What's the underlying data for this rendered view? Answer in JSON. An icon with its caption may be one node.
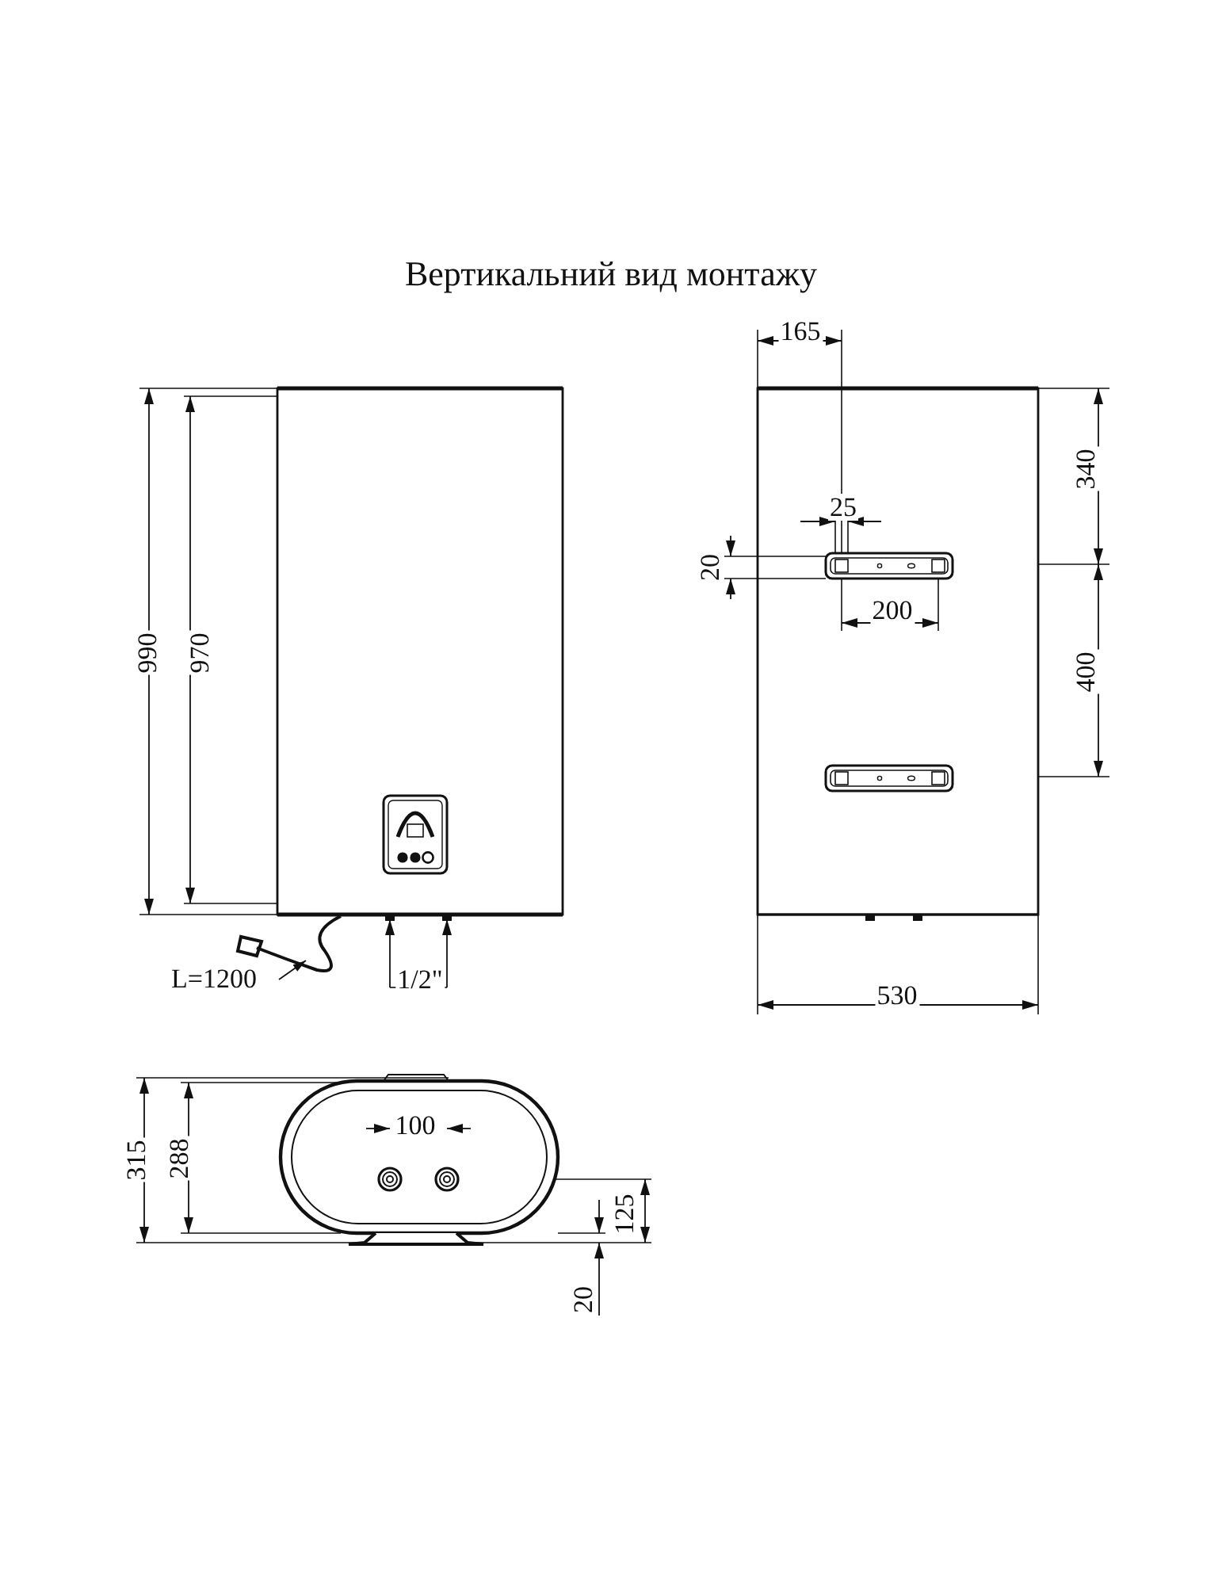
{
  "diagram": {
    "title": "Вертикальний вид монтажу",
    "nodes": [
      {
        "text": [
          "L=1200"
        ]
      },
      {
        "text": [],
        "shape": "picture"
      }
    ],
    "edges": [
      {
        "from": 0,
        "to": 1,
        "arrow": "to"
      }
    ],
    "labels": [
      "165",
      "340",
      "25",
      "20",
      "990",
      "970",
      "200",
      "400",
      "1/2\"",
      "530",
      "100",
      "315",
      "288",
      "125",
      "20"
    ]
  }
}
